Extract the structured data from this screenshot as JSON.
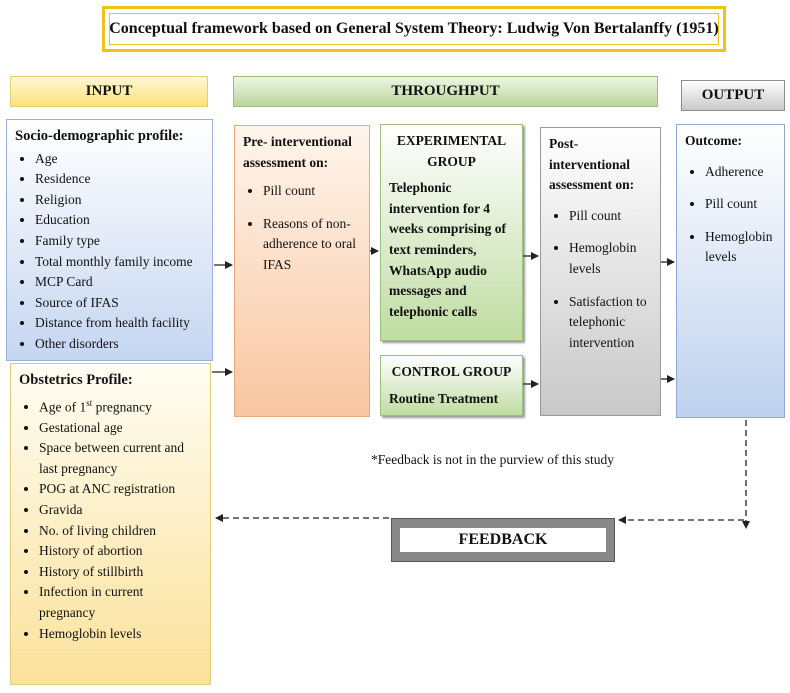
{
  "title": "Conceptual framework based on General System Theory: Ludwig Von Bertalanffy (1951)",
  "headers": {
    "input": "INPUT",
    "throughput": "THROUGHPUT",
    "output": "OUTPUT"
  },
  "socio": {
    "heading": "Socio-demographic profile:",
    "items": [
      "Age",
      "Residence",
      "Religion",
      "Education",
      "Family type",
      "Total monthly family income",
      "MCP Card",
      "Source of IFAS",
      "Distance from health facility",
      "Other disorders"
    ]
  },
  "obstetrics": {
    "heading": "Obstetrics Profile:",
    "first_item_prefix": "Age of 1",
    "first_item_sup": "st",
    "first_item_suffix": " pregnancy",
    "items": [
      "Gestational age",
      "Space between current and last pregnancy",
      "POG at ANC registration",
      "Gravida",
      "No. of living children",
      "History of abortion",
      "History of stillbirth",
      "Infection in current pregnancy",
      "Hemoglobin levels"
    ]
  },
  "pre": {
    "heading": "Pre- interventional assessment on:",
    "items": [
      "Pill count",
      "Reasons of non-adherence to oral IFAS"
    ]
  },
  "experimental": {
    "heading": "EXPERIMENTAL GROUP",
    "body": "Telephonic intervention for 4 weeks comprising of text reminders, WhatsApp audio messages and telephonic calls"
  },
  "control": {
    "heading": "CONTROL GROUP",
    "body": "Routine Treatment"
  },
  "post": {
    "heading": "Post-interventional assessment on:",
    "items": [
      "Pill count",
      "Hemoglobin levels",
      "Satisfaction to telephonic intervention"
    ]
  },
  "outcome": {
    "heading": "Outcome:",
    "items": [
      "Adherence",
      "Pill count",
      "Hemoglobin levels"
    ]
  },
  "note": "*Feedback is not in the purview of this study",
  "feedback": "FEEDBACK",
  "colors": {
    "title_border": "#f2c21c",
    "arrow": "#222222"
  }
}
